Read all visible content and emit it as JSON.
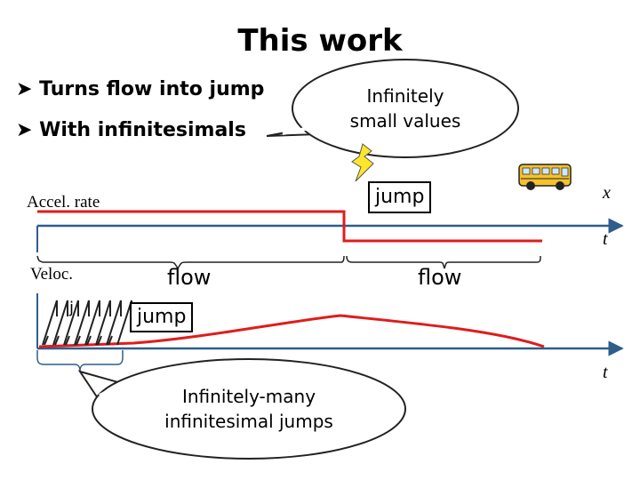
{
  "title": "This work",
  "bullets": [
    "Turns flow into jump",
    "With infinitesimals"
  ],
  "callout_top": [
    "Infinitely",
    "small values"
  ],
  "jump_label_top": "jump",
  "axis_x_label": "x",
  "axis_t_label": "t",
  "accel_label": "Accel. rate",
  "veloc_label": "Veloc.",
  "flow_label": "flow",
  "jump_label_small": "jump",
  "j_label": "j",
  "callout_bottom": [
    "Infinitely-many",
    "infinitesimal jumps"
  ],
  "colors": {
    "signal": "#e01c1c",
    "axis": "#2f5d8c",
    "bubble_edge": "#222222"
  },
  "icons": [
    "bus-icon",
    "lightning-icon",
    "bullet-arrow-icon"
  ]
}
